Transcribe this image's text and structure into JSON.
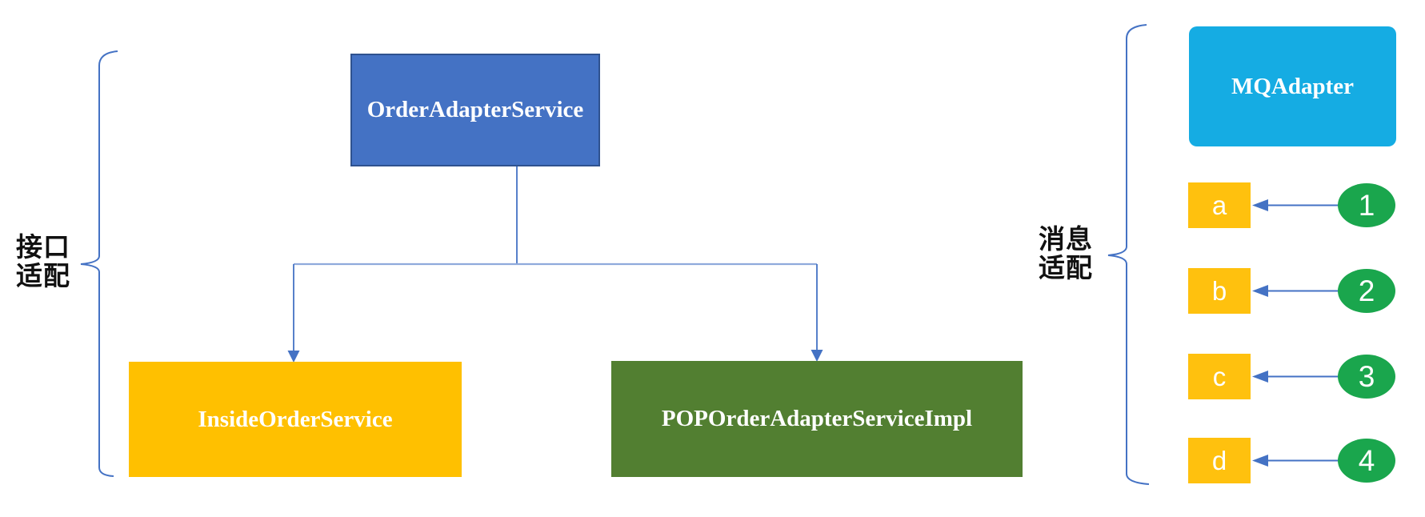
{
  "groups": {
    "interface": {
      "label_line1": "接口",
      "label_line2": "适配"
    },
    "message": {
      "label_line1": "消息",
      "label_line2": "适配"
    }
  },
  "nodes": {
    "root": {
      "label": "OrderAdapterService",
      "fill": "#4472C4",
      "border": "#2F528F"
    },
    "child_left": {
      "label": "InsideOrderService",
      "fill": "#FFC000"
    },
    "child_right": {
      "label": "POPOrderAdapterServiceImpl",
      "fill": "#527F31"
    },
    "mq_adapter": {
      "label": "MQAdapter",
      "fill": "#15ACE3"
    }
  },
  "message_rows": [
    {
      "box_label": "a",
      "badge_label": "1"
    },
    {
      "box_label": "b",
      "badge_label": "2"
    },
    {
      "box_label": "c",
      "badge_label": "3"
    },
    {
      "box_label": "d",
      "badge_label": "4"
    }
  ],
  "colors": {
    "connector_line": "#4472C4",
    "connector_light": "#8FAADC",
    "row_box": "#FFC10E",
    "badge_green": "#1AA64D",
    "label_text": "#111111",
    "node_text": "#FFFFFF"
  }
}
